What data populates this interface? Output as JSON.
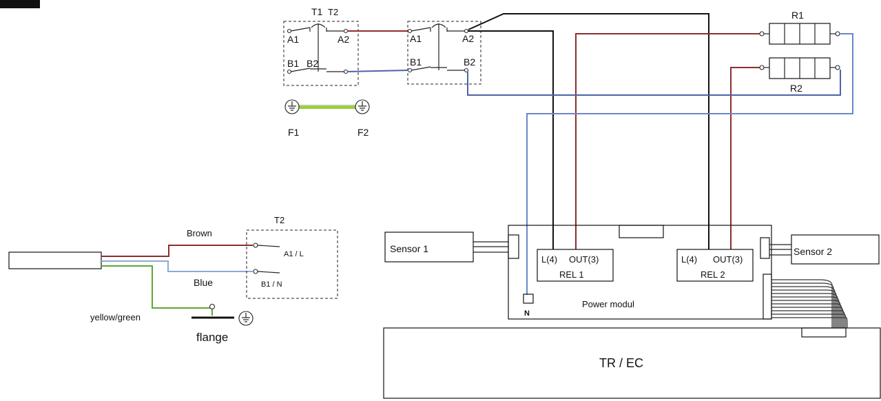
{
  "colors": {
    "brown": "#8a2e2e",
    "blue": "#4b62a8",
    "black": "#111111",
    "yellow_green": "#9acd32",
    "green": "#5aa832"
  },
  "upper_circuit": {
    "switch_left_title_1": "T1",
    "switch_left_title_2": "T2",
    "switch_left_terminals": {
      "a1": "A1",
      "a2": "A2",
      "b1": "B1",
      "b2": "B2"
    },
    "switch_right_terminals": {
      "a1": "A1",
      "a2": "A2",
      "b1": "B1",
      "b2": "B2"
    },
    "ground_left_label": "F1",
    "ground_right_label": "F2",
    "resistor_top_label": "R1",
    "resistor_bottom_label": "R2"
  },
  "lower_left": {
    "wire_brown_label": "Brown",
    "wire_blue_label": "Blue",
    "wire_yg_label": "yellow/green",
    "flange_label": "flange",
    "t2_box_title": "T2",
    "t2_terminal_a": "A1 / L",
    "t2_terminal_b": "B1 / N"
  },
  "module": {
    "sensor_1_label": "Sensor 1",
    "sensor_2_label": "Sensor 2",
    "rel1_l_label": "L(4)",
    "rel1_out_label": "OUT(3)",
    "rel1_name": "REL 1",
    "rel2_l_label": "L(4)",
    "rel2_out_label": "OUT(3)",
    "rel2_name": "REL 2",
    "n_label": "N",
    "power_module_label": "Power modul",
    "base_label": "TR / EC"
  }
}
